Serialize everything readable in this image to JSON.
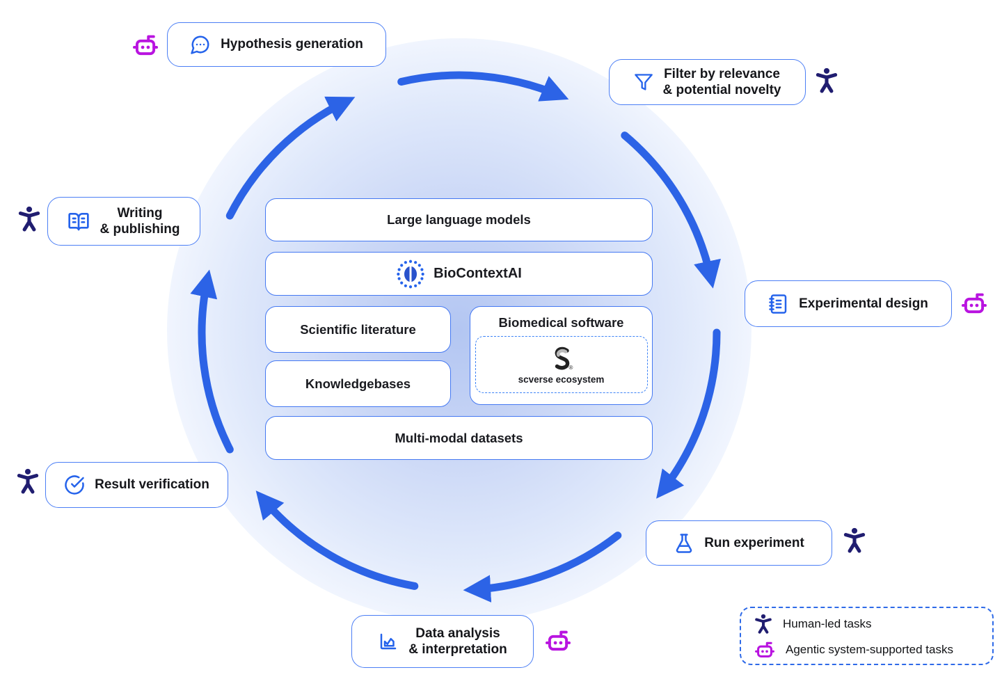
{
  "tasks": [
    {
      "id": "hypothesis-generation",
      "label": "Hypothesis generation",
      "icon": "chat-dots-icon",
      "actor": "agent"
    },
    {
      "id": "filter-relevance",
      "label": "Filter by relevance\n& potential novelty",
      "icon": "funnel-icon",
      "actor": "human"
    },
    {
      "id": "experimental-design",
      "label": "Experimental design",
      "icon": "notebook-icon",
      "actor": "agent"
    },
    {
      "id": "run-experiment",
      "label": "Run experiment",
      "icon": "flask-icon",
      "actor": "human"
    },
    {
      "id": "data-analysis",
      "label": "Data analysis\n& interpretation",
      "icon": "chart-icon",
      "actor": "agent"
    },
    {
      "id": "result-verification",
      "label": "Result verification",
      "icon": "check-circle-icon",
      "actor": "human"
    },
    {
      "id": "writing-publishing",
      "label": "Writing\n& publishing",
      "icon": "book-open-icon",
      "actor": "human"
    }
  ],
  "center": {
    "items": [
      {
        "label": "Large language models"
      },
      {
        "label": "BioContextAI",
        "logo": "biocontextai-logo"
      },
      {
        "label": "Scientific literature"
      },
      {
        "label": "Biomedical software",
        "sub": {
          "label": "scverse ecosystem",
          "logo": "scverse-logo"
        }
      },
      {
        "label": "Knowledgebases"
      },
      {
        "label": "Multi-modal datasets"
      }
    ]
  },
  "legend": {
    "items": [
      {
        "label": "Human-led tasks",
        "icon": "human-icon"
      },
      {
        "label": "Agentic system-supported tasks",
        "icon": "robot-icon"
      }
    ]
  },
  "colors": {
    "arrow_blue": "#2c63e6",
    "box_border_blue": "#4b7ef5",
    "icon_blue": "#2563eb",
    "human_navy": "#201d70",
    "robot_magenta": "#b914e0",
    "text_dark": "#15161a"
  }
}
